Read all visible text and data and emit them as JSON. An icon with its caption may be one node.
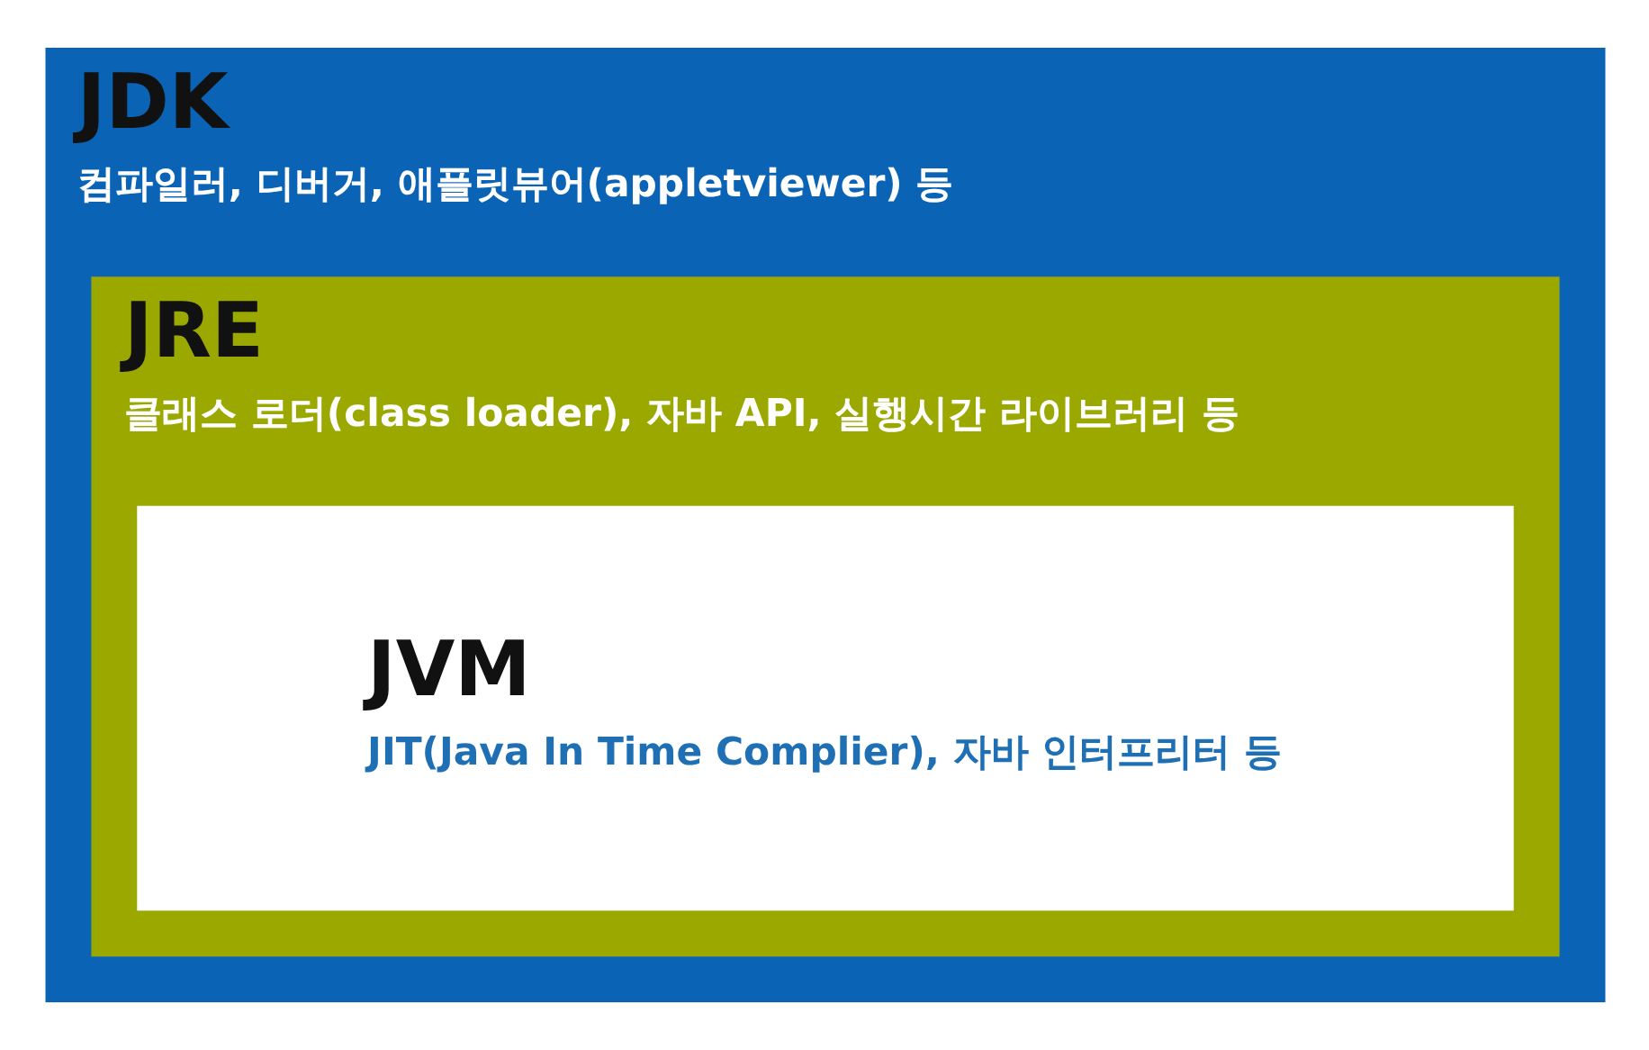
{
  "diagram": {
    "nodes": [
      {
        "text": [
          "JDK",
          "컴파일러, 디버거, 애플릿뷰어(appletviewer) 등"
        ]
      },
      {
        "text": [
          "JRE",
          "클래스 로더(class loader), 자바 API, 실행시간 라이브러리 등"
        ],
        "in": 0
      },
      {
        "text": [
          "JVM",
          "JIT(Java In Time Complier), 자바 인터프리터 등"
        ],
        "in": 1
      }
    ]
  }
}
